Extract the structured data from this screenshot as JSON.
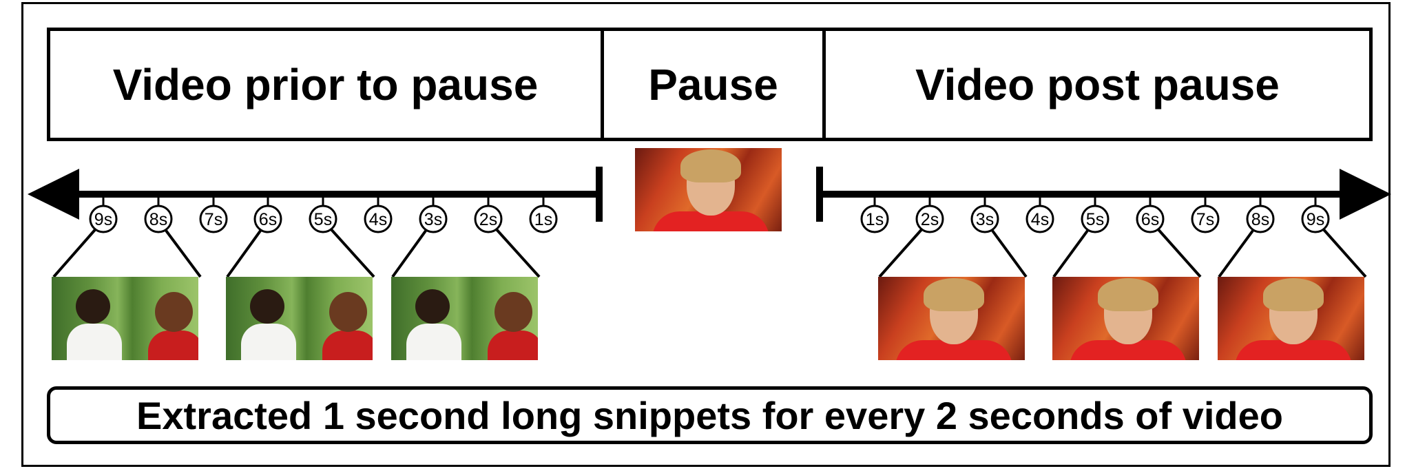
{
  "header": {
    "prior_label": "Video prior to pause",
    "pause_label": "Pause",
    "post_label": "Video post pause"
  },
  "timeline": {
    "prior_ticks": [
      "9s",
      "8s",
      "7s",
      "6s",
      "5s",
      "4s",
      "3s",
      "2s",
      "1s"
    ],
    "post_ticks": [
      "1s",
      "2s",
      "3s",
      "4s",
      "5s",
      "6s",
      "7s",
      "8s",
      "9s"
    ],
    "prior_snippet_ticks": [
      "8s|9s",
      "5s|6s",
      "2s|3s"
    ],
    "post_snippet_ticks": [
      "2s|3s",
      "5s|6s",
      "8s|9s"
    ]
  },
  "caption": "Extracted 1 second long snippets for every 2 seconds of video",
  "colors": {
    "line": "#000000",
    "background": "#ffffff"
  }
}
